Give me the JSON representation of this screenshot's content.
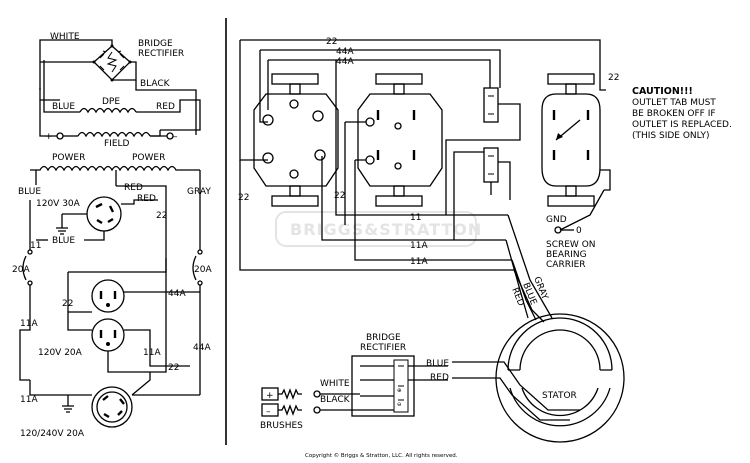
{
  "watermark": "BRIGGS&STRATTON",
  "copyright": "Copyright © Briggs & Stratton, LLC. All rights reserved.",
  "left_panel": {
    "white": "WHITE",
    "bridge1": "BRIDGE",
    "rectifier": "RECTIFIER",
    "black": "BLACK",
    "blue": "BLUE",
    "dpe": "DPE",
    "red": "RED",
    "plus": "+",
    "minus": "–",
    "field": "FIELD",
    "power1": "POWER",
    "power2": "POWER",
    "blue2": "BLUE",
    "red2": "RED",
    "gray": "GRAY",
    "outlet_30a": "120V 30A",
    "red3": "RED",
    "n22a": "22",
    "blue3": "BLUE",
    "n11a": "11",
    "n20a_left": "20A",
    "n20a_right": "20A",
    "n22b": "22",
    "n44a_a": "44A",
    "n11a_b": "11A",
    "outlet_20a": "120V 20A",
    "n11a_c": "11A",
    "n44a_b": "44A",
    "n22c": "22",
    "n11a_d": "11A",
    "outlet_240": "120/240V 20A"
  },
  "right_panel": {
    "w22_top": "22",
    "w44a_1": "44A",
    "w44a_2": "44A",
    "w22_right": "22",
    "caution_1": "CAUTION!!!",
    "caution_2": "OUTLET TAB MUST",
    "caution_3": "BE BROKEN OFF IF",
    "caution_4": "OUTLET IS REPLACED.",
    "caution_5": "(THIS SIDE ONLY)",
    "w22_left": "22",
    "w22_mid": "22",
    "w11": "11",
    "w11a_1": "11A",
    "w11a_2": "11A",
    "gnd": "GND",
    "zero": "0",
    "screw_1": "SCREW ON",
    "screw_2": "BEARING",
    "screw_3": "CARRIER",
    "gray": "GRAY",
    "blue": "BLUE",
    "red": "RED",
    "bridge1": "BRIDGE",
    "bridge2": "RECTIFIER",
    "blue2": "BLUE",
    "red2": "RED",
    "white": "WHITE",
    "black": "BLACK",
    "plus": "+",
    "minus": "–",
    "brushes": "BRUSHES",
    "stator": "STATOR"
  }
}
